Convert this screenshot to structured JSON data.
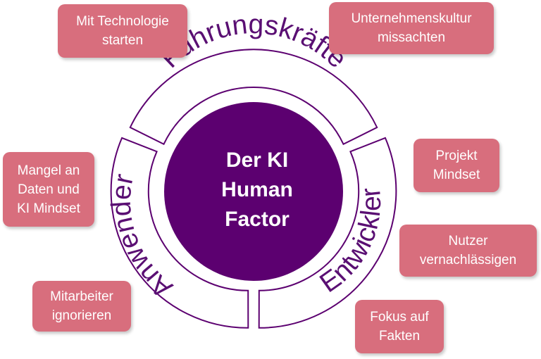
{
  "center": {
    "lines": [
      "Der KI",
      "Human",
      "Factor"
    ],
    "color": "#5c0070"
  },
  "segments": {
    "top": "Führungskräfte",
    "left": "Anwender",
    "right": "Entwickler",
    "outline_color": "#5c0070"
  },
  "boxes": {
    "mit_technologie": [
      "Mit Technologie",
      "starten"
    ],
    "unternehmenskultur": [
      "Unternehmenskultur",
      "missachten"
    ],
    "mangel": [
      "Mangel an",
      "Daten und",
      "KI Mindset"
    ],
    "mitarbeiter": [
      "Mitarbeiter",
      "ignorieren"
    ],
    "projekt": [
      "Projekt",
      "Mindset"
    ],
    "nutzer": [
      "Nutzer",
      "vernachlässigen"
    ],
    "fokus": [
      "Fokus auf",
      "Fakten"
    ],
    "color": "#d86e7d"
  }
}
